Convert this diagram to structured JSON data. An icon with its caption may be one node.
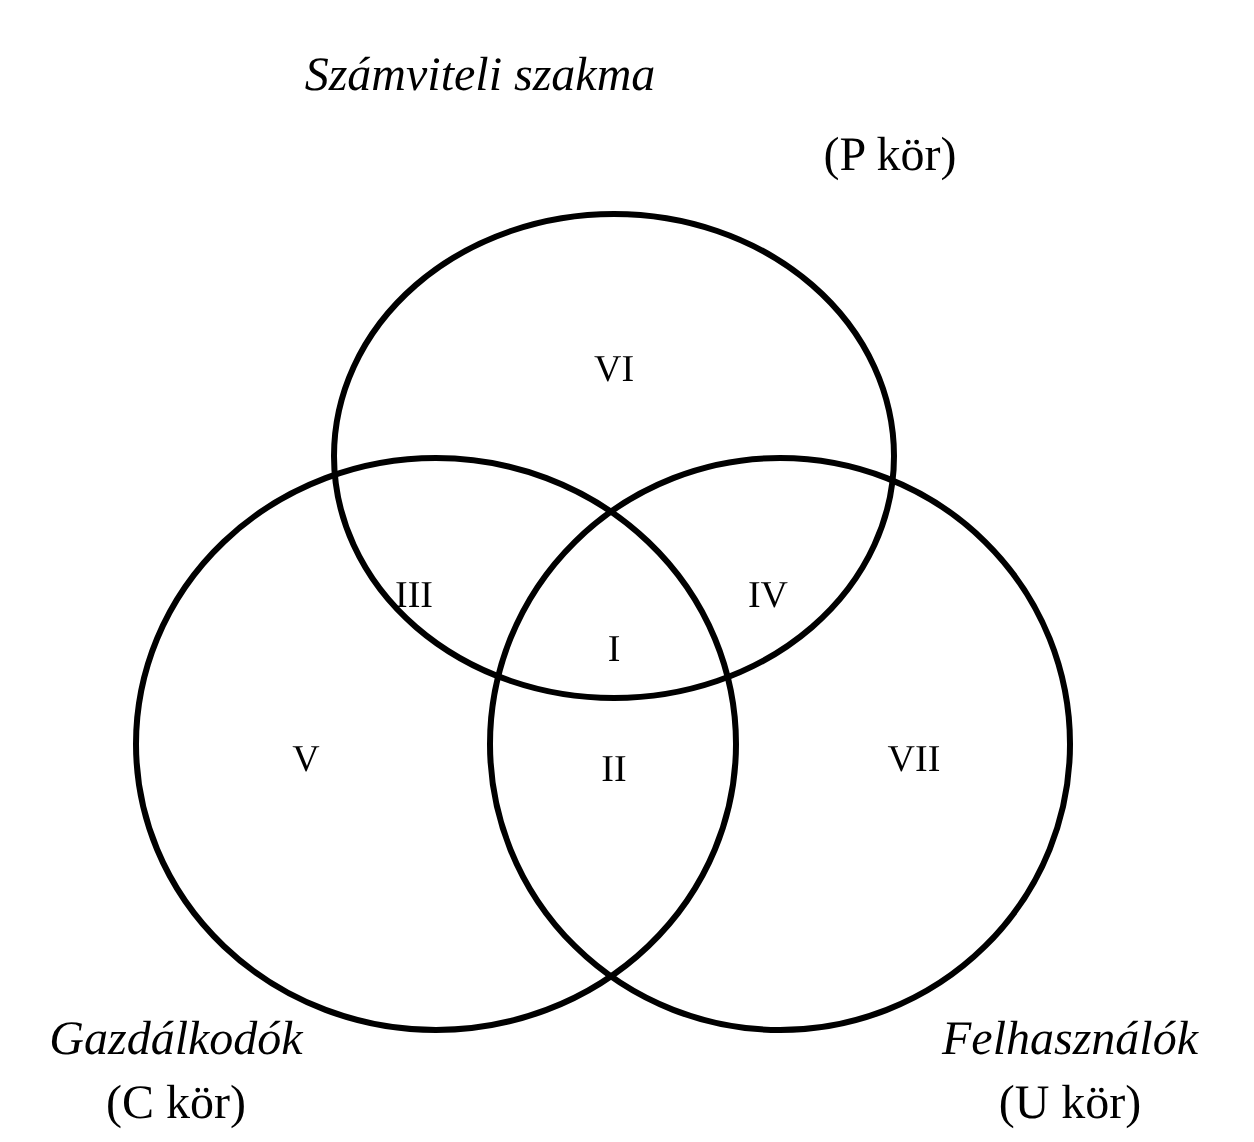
{
  "diagram": {
    "nodes": [
      {
        "text": [
          "Számviteli szakma",
          "(P kör)"
        ]
      },
      {
        "text": [
          "Gazdálkodók",
          "(C kör)"
        ]
      },
      {
        "text": [
          "Felhasználók",
          "(U kör)"
        ]
      }
    ],
    "labels": [
      "VI",
      "III",
      "IV",
      "I",
      "V",
      "II",
      "VII"
    ]
  }
}
